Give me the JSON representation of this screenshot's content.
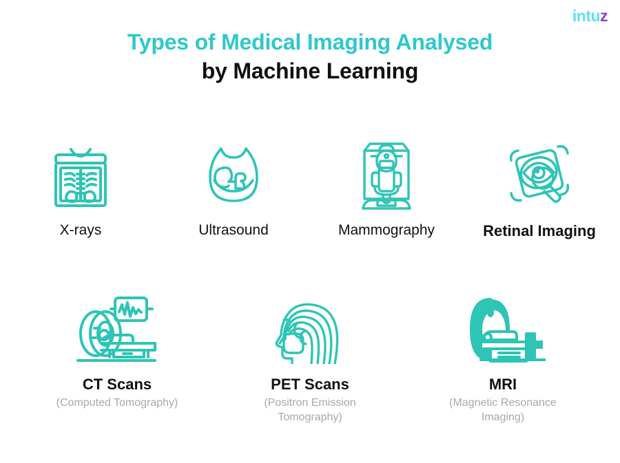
{
  "brand": {
    "logo_text_main": "intu",
    "logo_text_accent": "z",
    "color_cyan": "#5fe0ef",
    "color_purple": "#8b3fd6"
  },
  "header": {
    "title_line_1": "Types of Medical Imaging Analysed",
    "title_line_2": "by Machine Learning",
    "title_line_1_color": "#2fc8cb",
    "title_line_2_color": "#101010"
  },
  "theme": {
    "background": "#ffffff",
    "icon_stroke": "#2ec4b6",
    "icon_stroke_light": "#4fd1c5",
    "sublabel_color": "#a8a8ad",
    "label_color": "#111111"
  },
  "rows": [
    {
      "id": "row-top",
      "items": [
        {
          "id": "x-rays",
          "icon": "xray-film-icon",
          "label": "X-rays",
          "sublabel": ""
        },
        {
          "id": "ultrasound",
          "icon": "ultrasound-womb-icon",
          "label": "Ultrasound",
          "sublabel": ""
        },
        {
          "id": "mammography",
          "icon": "mammography-machine-icon",
          "label": "Mammography",
          "sublabel": ""
        },
        {
          "id": "retinal-imaging",
          "icon": "retina-eye-scan-icon",
          "label": "Retinal Imaging",
          "sublabel": ""
        }
      ]
    },
    {
      "id": "row-bottom",
      "items": [
        {
          "id": "ct-scans",
          "icon": "ct-scanner-icon",
          "label": "CT Scans",
          "sublabel": "(Computed Tomography)"
        },
        {
          "id": "pet-scans",
          "icon": "pet-head-scan-icon",
          "label": "PET Scans",
          "sublabel": "(Positron Emission Tomography)"
        },
        {
          "id": "mri",
          "icon": "mri-scanner-icon",
          "label": "MRI",
          "sublabel": "(Magnetic Resonance Imaging)"
        }
      ]
    }
  ]
}
